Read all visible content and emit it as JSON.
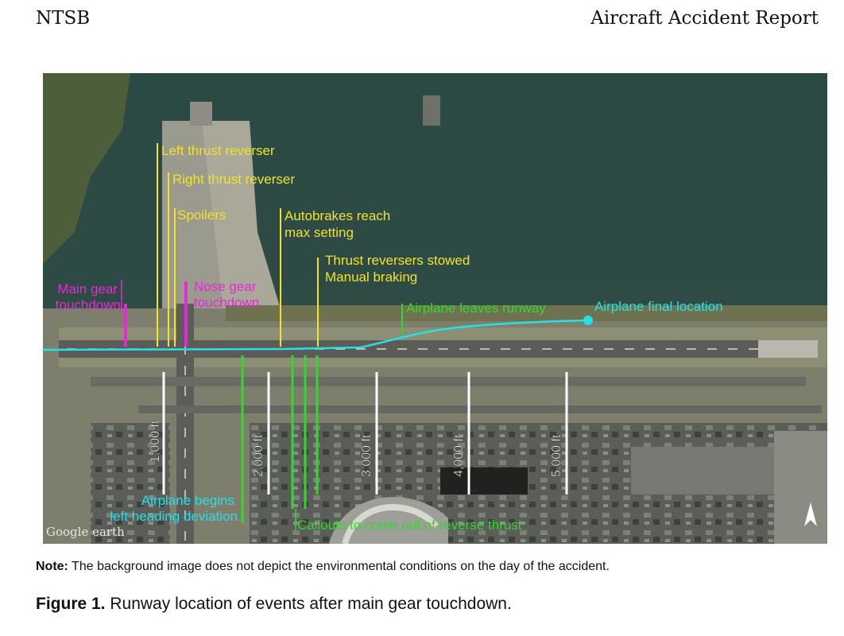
{
  "header": {
    "left": "NTSB",
    "right": "Aircraft Accident Report"
  },
  "figure": {
    "event_labels": {
      "left_thrust_reverser": "Left thrust reverser",
      "right_thrust_reverser": "Right thrust reverser",
      "spoilers": "Spoilers",
      "autobrakes_line1": "Autobrakes reach",
      "autobrakes_line2": "max setting",
      "thrust_stowed_line1": "Thrust reversers stowed",
      "thrust_stowed_line2": "Manual braking",
      "main_gear_line1": "Main gear",
      "main_gear_line2": "touchdown",
      "nose_gear_line1": "Nose gear",
      "nose_gear_line2": "touchdown",
      "leaves_runway": "Airplane leaves runway",
      "final_location": "Airplane final location",
      "heading_line1": "Airplane begins",
      "heading_line2": "left heading deviation",
      "callouts": "Callouts to come out of reverse thrust"
    },
    "distance_markers": [
      "1,000 ft",
      "2,000 ft",
      "3,000 ft",
      "4,000 ft",
      "5,000 ft"
    ],
    "watermark": "Google earth",
    "colors": {
      "yellow": "#f2e22a",
      "magenta": "#e52ad6",
      "green": "#35d62e",
      "cyan": "#27e0e6",
      "white": "#ffffff"
    }
  },
  "note": {
    "bold": "Note:",
    "text": " The background image does not depict the environmental conditions on the day of the accident."
  },
  "caption": {
    "bold": "Figure 1.",
    "text": " Runway location of events after main gear touchdown."
  }
}
